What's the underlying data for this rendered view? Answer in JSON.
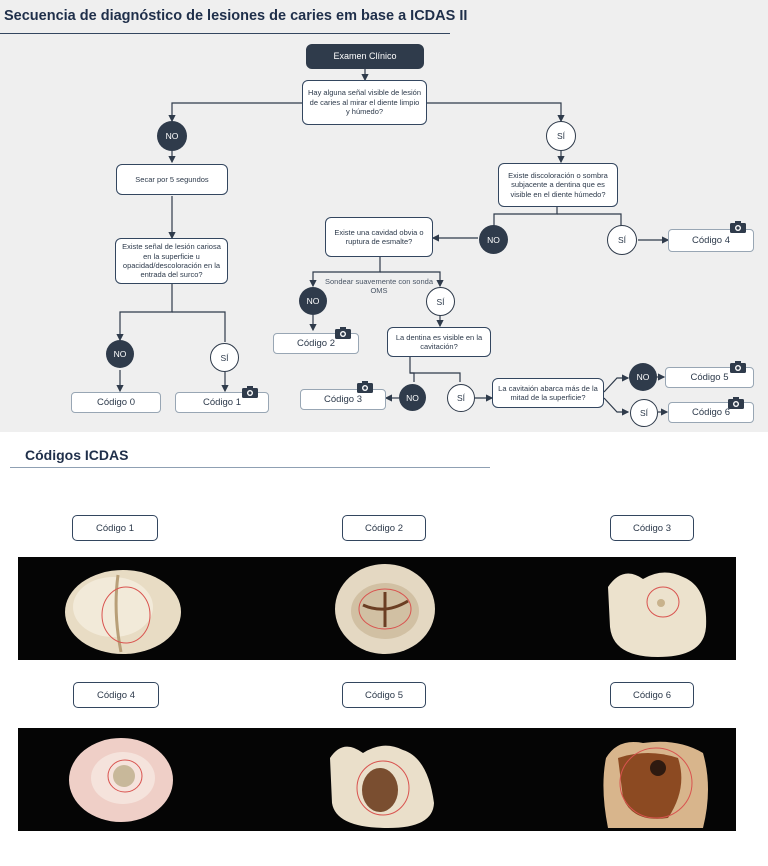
{
  "title": "Secuencia de diagnóstico de lesiones de caries em base a ICDAS II",
  "flow": {
    "start": "Examen Clínico",
    "q_visible": "Hay alguna señal visible de lesión de caries al mirar el diente limpio y húmedo?",
    "secar": "Secar por 5 segundos",
    "q_surco": "Existe señal de lesión cariosa en la  superficie u opacidad/descoloración en la entrada del surco?",
    "q_sombra": "Existe discoloración o sombra subjacente a dentina que es visible  en el diente húmedo?",
    "q_cavidad": "Existe una cavidad obvia o ruptura de esmalte?",
    "sondear": "Sondear suavemente con sonda OMS",
    "q_dentina": "La dentina es visible en la cavitación?",
    "q_mitad": "La cavitaión abarca más de la mitad de la superficie?",
    "no": "NO",
    "si": "SÍ",
    "codes": [
      "Código 0",
      "Código 1",
      "Código 2",
      "Código 3",
      "Código 4",
      "Código 5",
      "Código 6"
    ]
  },
  "section2_title": "Códigos ICDAS",
  "gallery_labels": [
    "Código 1",
    "Código 2",
    "Código 3",
    "Código 4",
    "Código 5",
    "Código 6"
  ],
  "colors": {
    "dark": "#2f3b4b",
    "background": "#efefef",
    "lesion_circle": "#d9534f"
  },
  "icons": [
    "camera-icon"
  ]
}
